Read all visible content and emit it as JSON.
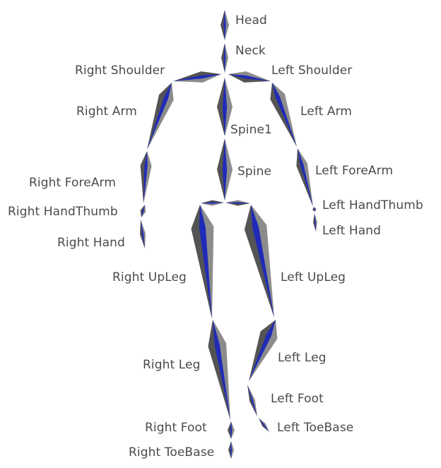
{
  "colors": {
    "bone_shaded": "#545454",
    "bone_lit": "#8c8c8c",
    "bone_core": "#1f2bb8",
    "label_text": "#4a4a4a"
  },
  "labels": {
    "head": "Head",
    "neck": "Neck",
    "right_shoulder": "Right Shoulder",
    "left_shoulder": "Left Shoulder",
    "right_arm": "Right Arm",
    "left_arm": "Left Arm",
    "spine1": "Spine1",
    "spine": "Spine",
    "right_forearm": "Right ForeArm",
    "left_forearm": "Left ForeArm",
    "right_handthumb": "Right HandThumb",
    "left_handthumb": "Left HandThumb",
    "right_hand": "Right Hand",
    "left_hand": "Left Hand",
    "right_upleg": "Right UpLeg",
    "left_upleg": "Left UpLeg",
    "right_leg": "Right Leg",
    "left_leg": "Left Leg",
    "left_foot": "Left Foot",
    "right_foot": "Right Foot",
    "left_toebase": "Left ToeBase",
    "right_toebase": "Right ToeBase"
  }
}
